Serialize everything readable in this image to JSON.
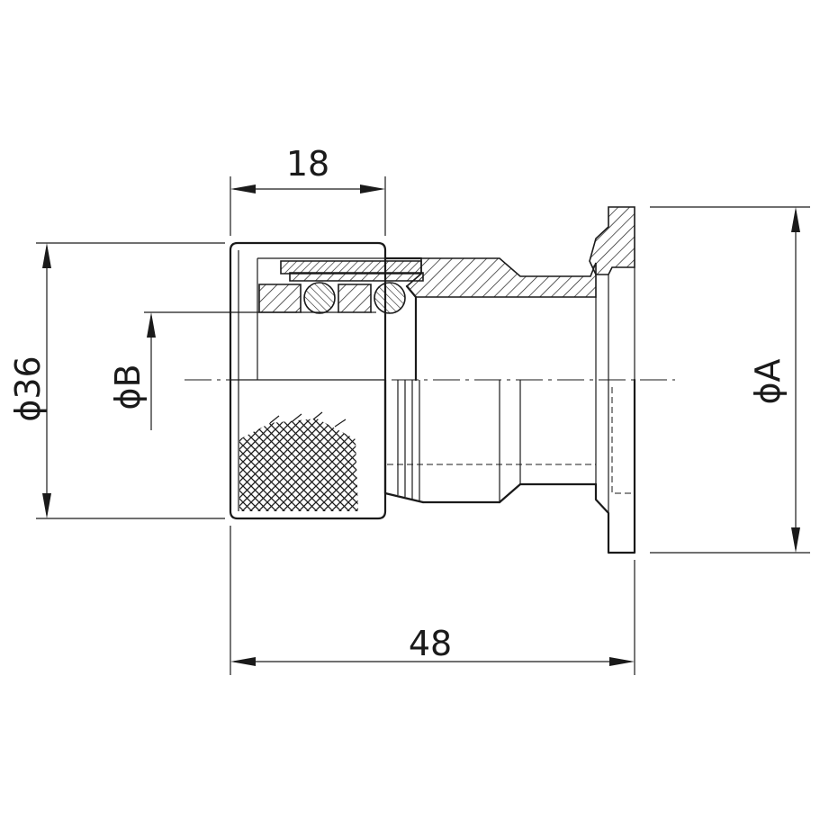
{
  "dimensions": {
    "length_top": "18",
    "length_total": "48",
    "dia_outer": "ϕ36",
    "dia_bore": "ϕB",
    "dia_flange": "ϕA"
  }
}
